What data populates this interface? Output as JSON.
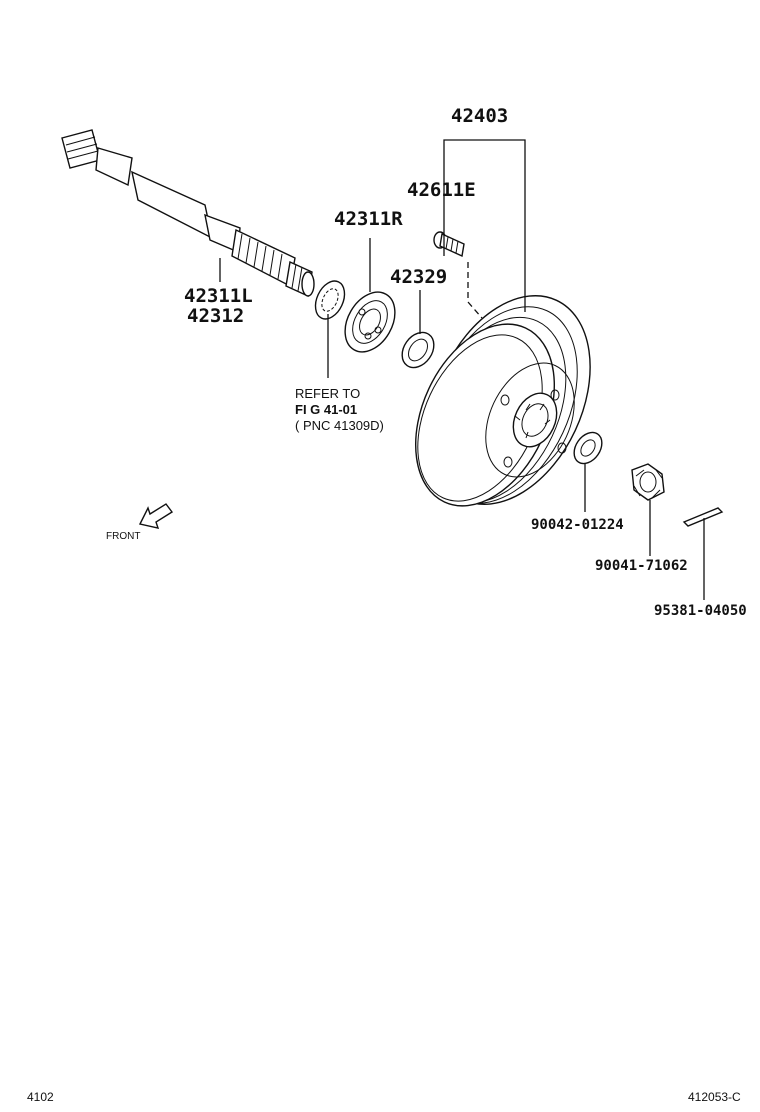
{
  "diagram": {
    "part_labels": [
      {
        "id": "drum",
        "text": "42403"
      },
      {
        "id": "hub-bolt",
        "text": "42611E"
      },
      {
        "id": "bearing",
        "text": "42311R"
      },
      {
        "id": "seal",
        "text": "42329"
      },
      {
        "id": "axle-shaft-1",
        "text": "42311L"
      },
      {
        "id": "axle-shaft-2",
        "text": "42312"
      },
      {
        "id": "washer",
        "text": "90042-01224"
      },
      {
        "id": "nut",
        "text": "90041-71062"
      },
      {
        "id": "cotter-pin",
        "text": "95381-04050"
      }
    ],
    "refer_note": {
      "line1": "REFER TO",
      "line2": "FI G 41-01",
      "line3": "( PNC 41309D)"
    },
    "front_label": "FRONT"
  },
  "footer": {
    "left": "4102",
    "right": "412053-C"
  }
}
